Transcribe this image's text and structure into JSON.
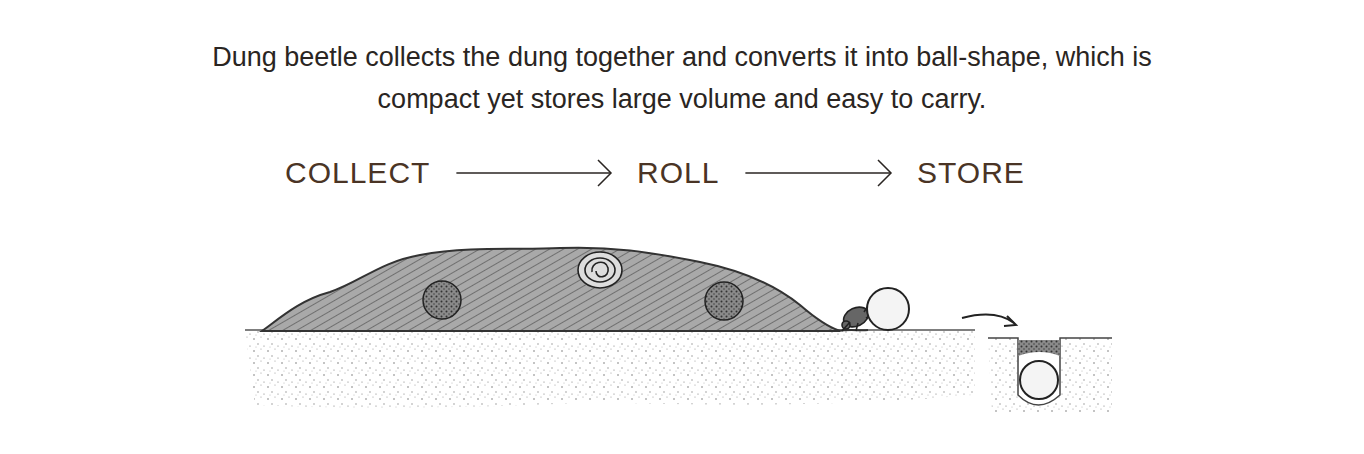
{
  "diagram": {
    "title": "Dung beetle collects the dung together and converts it into ball-shape, which is compact yet stores large volume and easy to carry.",
    "nodes": [
      {
        "text": [
          "COLLECT"
        ]
      },
      {
        "text": [
          "ROLL"
        ]
      },
      {
        "text": [
          "STORE"
        ]
      }
    ],
    "edges": [
      {
        "from": 0,
        "to": 1,
        "arrow": "to"
      },
      {
        "from": 1,
        "to": 2,
        "arrow": "to"
      }
    ]
  }
}
